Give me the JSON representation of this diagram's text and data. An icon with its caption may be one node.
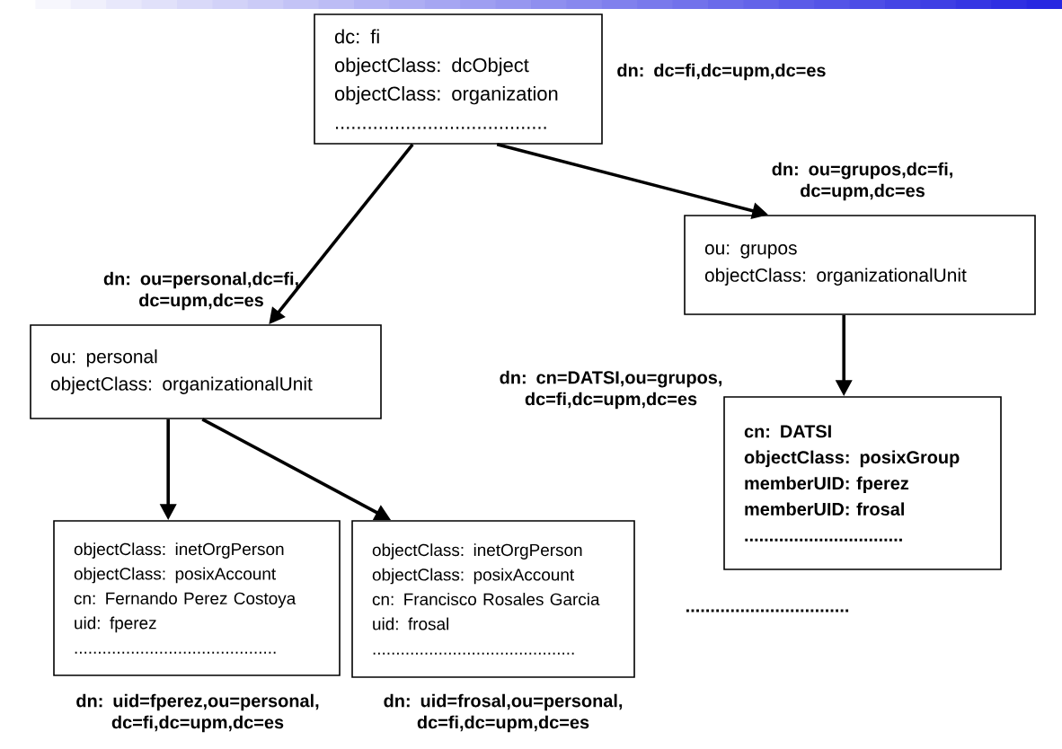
{
  "diagram": {
    "nodes": [
      {
        "text": [
          "dc: fi",
          "objectClass: dcObject",
          "objectClass: organization",
          "......................................."
        ],
        "beside": [
          "dn: dc=fi,dc=upm,dc=es"
        ]
      },
      {
        "text": [
          "ou: personal",
          "objectClass: organizationalUnit"
        ],
        "beside": [
          "dn: ou=personal,dc=fi, dc=upm,dc=es"
        ]
      },
      {
        "text": [
          "ou: grupos",
          "objectClass: organizationalUnit"
        ],
        "beside": [
          "dn: ou=grupos,dc=fi, dc=upm,dc=es"
        ]
      },
      {
        "text": [
          "cn: DATSI",
          "objectClass: posixGroup",
          "memberUID: fperez",
          "memberUID: frosal",
          "................................"
        ],
        "beside": [
          "dn: cn=DATSI,ou=grupos, dc=fi,dc=upm,dc=es"
        ]
      },
      {
        "text": [
          "objectClass: inetOrgPerson",
          "objectClass: posixAccount",
          "cn: Fernando Perez Costoya",
          "uid: fperez",
          "..........................................."
        ],
        "beside": [
          "dn: uid=fperez,ou=personal, dc=fi,dc=upm,dc=es"
        ]
      },
      {
        "text": [
          "objectClass: inetOrgPerson",
          "objectClass: posixAccount",
          "cn: Francisco Rosales Garcia",
          "uid: frosal",
          "..........................................."
        ],
        "beside": [
          "dn: uid=frosal,ou=personal, dc=fi,dc=upm,dc=es"
        ]
      }
    ],
    "edges": [
      {
        "from": 0,
        "to": 1,
        "arrow": "to"
      },
      {
        "from": 0,
        "to": 2,
        "arrow": "to"
      },
      {
        "from": 2,
        "to": 3,
        "arrow": "to"
      },
      {
        "from": 1,
        "to": 4,
        "arrow": "to"
      },
      {
        "from": 1,
        "to": 5,
        "arrow": "to"
      }
    ],
    "labels": [
      "................................."
    ]
  }
}
